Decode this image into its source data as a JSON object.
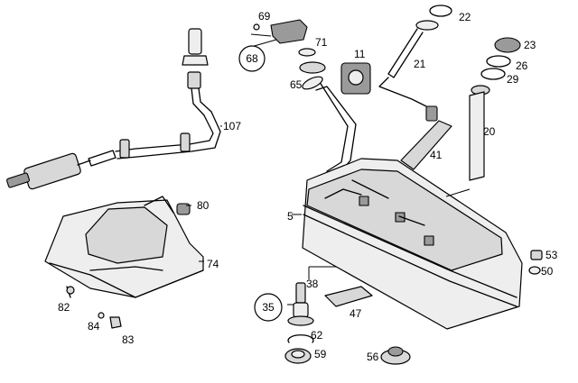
{
  "callouts": {
    "p69": "69",
    "p68": "68",
    "p71": "71",
    "p65": "65",
    "p11": "11",
    "p22": "22",
    "p21": "21",
    "p23": "23",
    "p26": "26",
    "p29": "29",
    "p20": "20",
    "p41": "41",
    "p107": "107",
    "p80": "80",
    "p5": "5",
    "p74": "74",
    "p53": "53",
    "p50": "50",
    "p82": "82",
    "p84": "84",
    "p83": "83",
    "p38": "38",
    "p35": "35",
    "p47": "47",
    "p62": "62",
    "p59": "59",
    "p56": "56"
  }
}
